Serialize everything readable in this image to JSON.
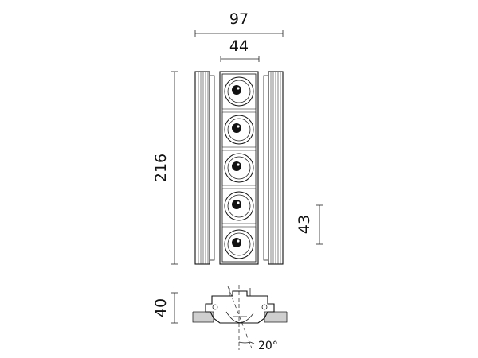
{
  "dimensions": {
    "overall_width": "97",
    "inner_width": "44",
    "overall_height": "216",
    "module_pitch": "43",
    "section_height": "40",
    "tilt_angle": "20°"
  },
  "fixture": {
    "lamp_count": 5
  },
  "colors": {
    "line": "#111111",
    "background": "#ffffff"
  }
}
